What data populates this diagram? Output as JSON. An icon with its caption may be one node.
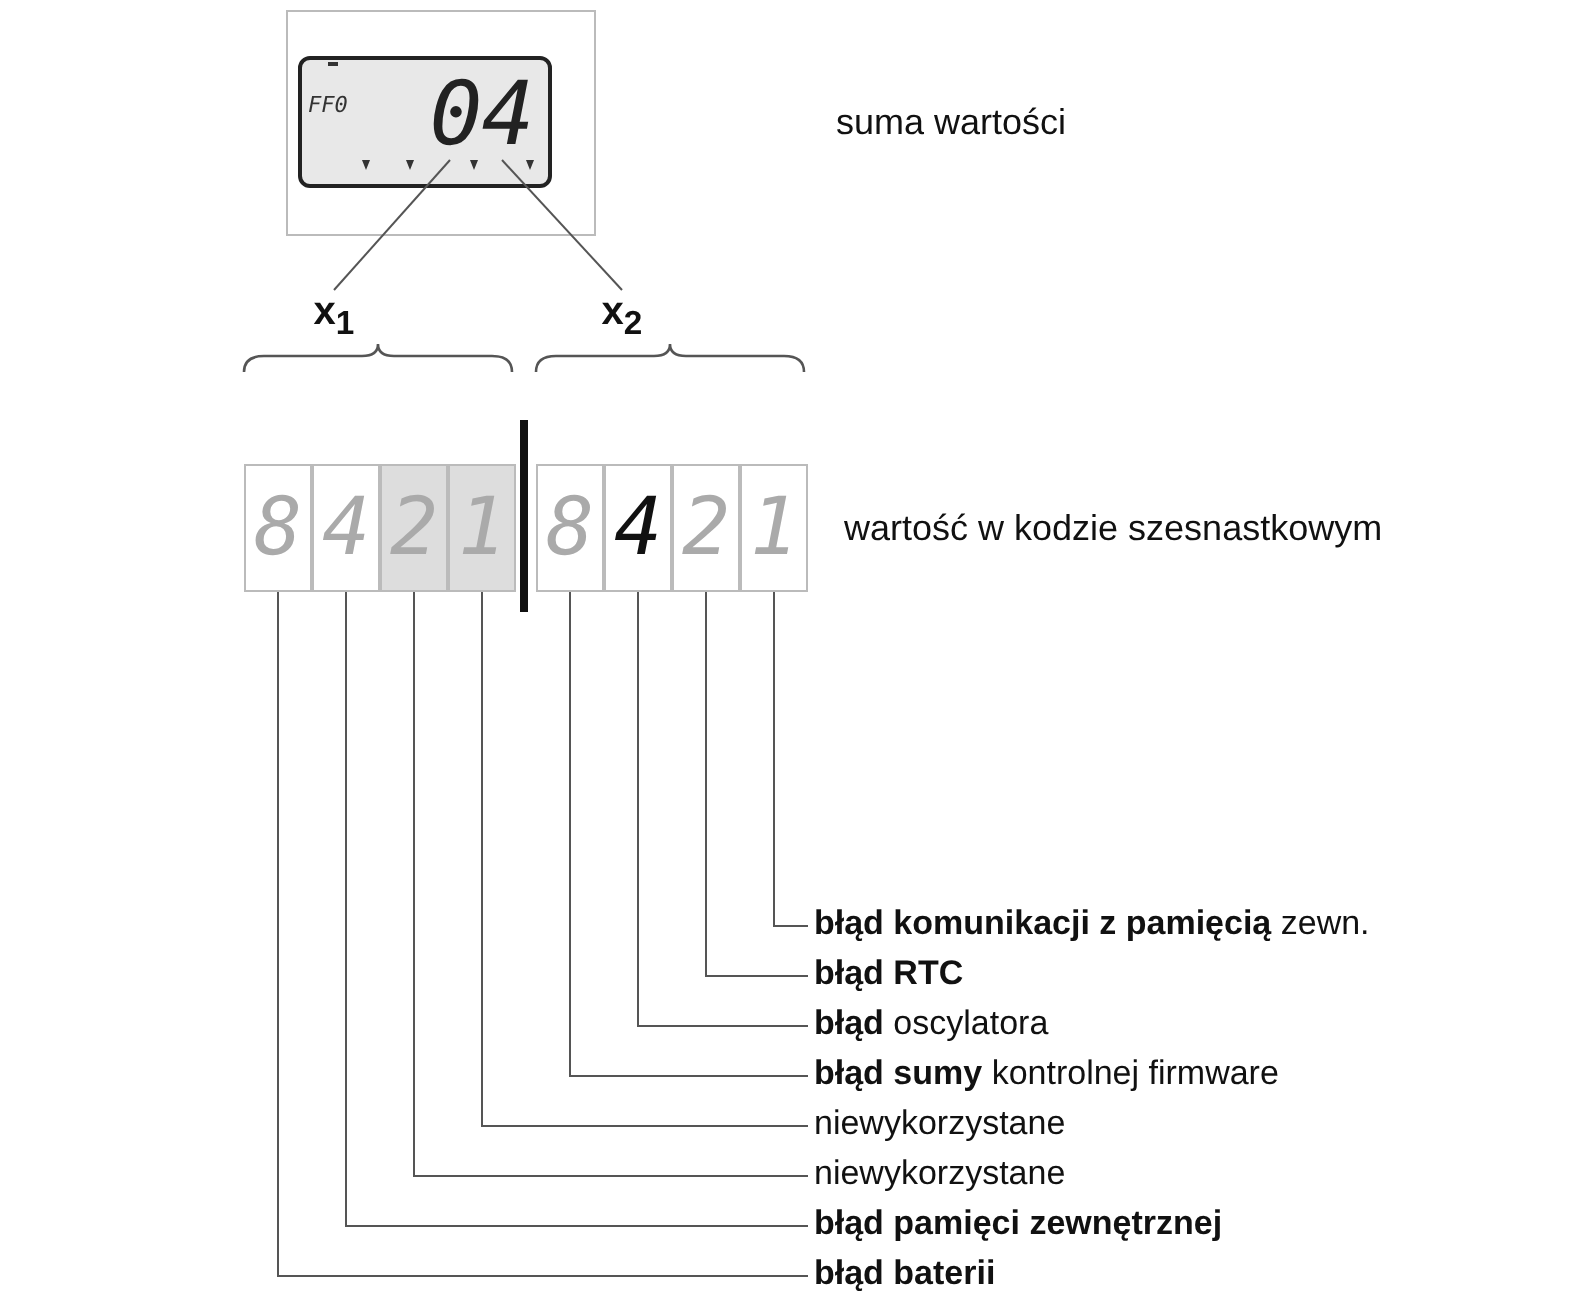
{
  "diagram": {
    "nodes": [
      {
        "text": [
          "FF0"
        ]
      },
      {
        "text": [
          "0"
        ],
        "in": 0
      },
      {
        "text": [
          "4"
        ],
        "in": 0
      },
      {
        "text": [
          "x$_{1}$"
        ]
      },
      {
        "text": [
          "x$_{2}$"
        ]
      },
      {
        "text": [
          "8"
        ]
      },
      {
        "text": [
          "4"
        ]
      },
      {
        "text": [
          "2"
        ]
      },
      {
        "text": [
          "1"
        ]
      },
      {
        "text": [
          "8"
        ]
      },
      {
        "text": [
          "4"
        ]
      },
      {
        "text": [
          "2"
        ]
      },
      {
        "text": [
          "1"
        ]
      },
      {
        "text": [
          "**błąd komunikacji z pamięcią** zewn."
        ]
      },
      {
        "text": [
          "**błąd RTC**"
        ]
      },
      {
        "text": [
          "**błąd** oscylatora"
        ]
      },
      {
        "text": [
          "**błąd sumy** kontrolnej firmware"
        ]
      },
      {
        "text": [
          "niewykorzystane"
        ]
      },
      {
        "text": [
          "niewykorzystane"
        ]
      },
      {
        "text": [
          "błąd pamięci  zewnętrznej"
        ]
      },
      {
        "text": [
          "błąd baterii"
        ]
      }
    ],
    "edges": [
      {
        "from": 1,
        "to": 3,
        "arrow": "none"
      },
      {
        "from": 2,
        "to": 4,
        "arrow": "none"
      },
      {
        "from": 13,
        "to": 12,
        "arrow": "none"
      },
      {
        "from": 14,
        "to": 11,
        "arrow": "none"
      },
      {
        "from": 15,
        "to": 10,
        "arrow": "none"
      },
      {
        "from": 16,
        "to": 9,
        "arrow": "none"
      },
      {
        "from": 17,
        "to": 8,
        "arrow": "none"
      },
      {
        "from": 18,
        "to": 7,
        "arrow": "none"
      },
      {
        "from": 19,
        "to": 6,
        "arrow": "none"
      },
      {
        "from": 20,
        "to": 5,
        "arrow": "none"
      }
    ],
    "labels": [
      "suma wartości",
      "wartość w kodzie szesnastkowym"
    ]
  }
}
